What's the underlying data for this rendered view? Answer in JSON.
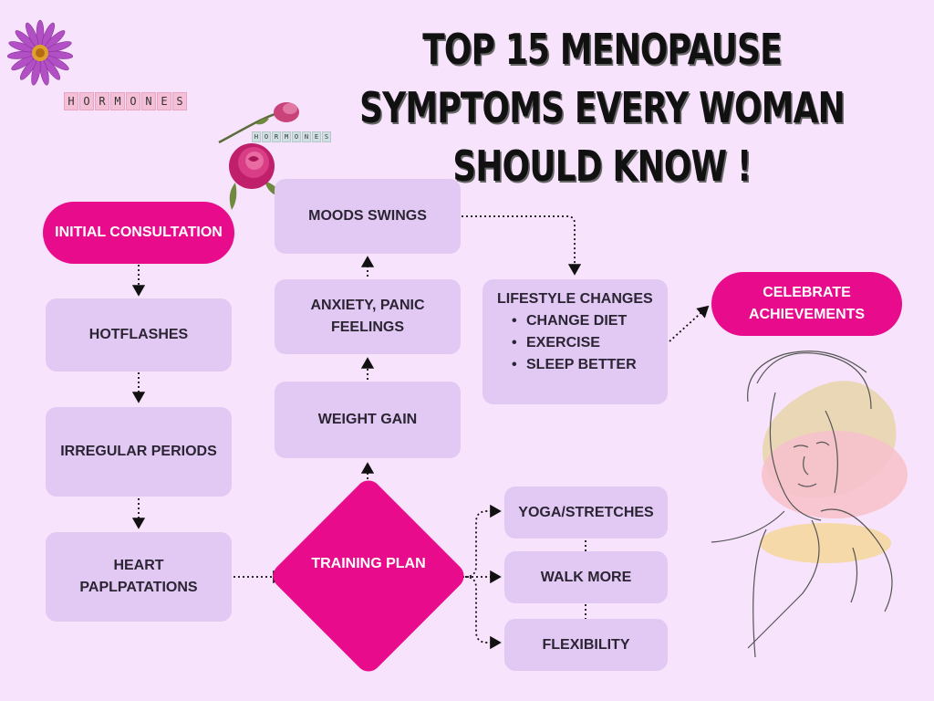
{
  "title": "TOP 15 MENOPAUSE SYMPTOMS EVERY WOMAN SHOULD KNOW !",
  "nodes": {
    "initial": "INITIAL CONSULTATION",
    "hotflashes": "HOTFLASHES",
    "irregular": "IRREGULAR PERIODS",
    "heart": "HEART PAPLPATATIONS",
    "training": "TRAINING PLAN",
    "weight": "WEIGHT GAIN",
    "anxiety": "ANXIETY, PANIC FEELINGS",
    "moods": "MOODS SWINGS",
    "lifestyle_title": "LIFESTYLE CHANGES",
    "lifestyle_items": [
      "CHANGE DIET",
      "EXERCISE",
      "SLEEP BETTER"
    ],
    "celebrate": "CELEBRATE ACHIEVEMENTS",
    "yoga": "YOGA/STRETCHES",
    "walk": "WALK MORE",
    "flex": "FLEXIBILITY"
  },
  "decor": {
    "tiles_word": "HORMONES",
    "tiles_word_small": "HORMONES"
  },
  "colors": {
    "background": "#f7e3fb",
    "box": "#e2c9f4",
    "accent": "#e80b8c"
  }
}
